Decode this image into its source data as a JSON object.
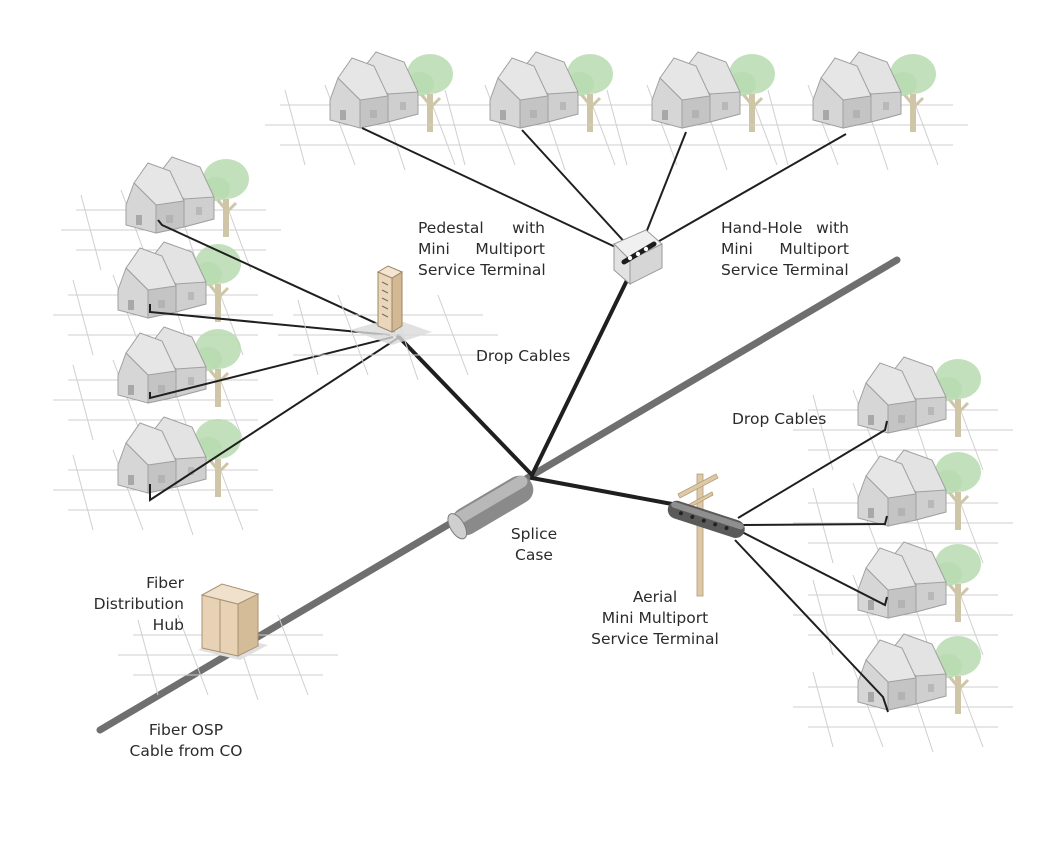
{
  "labels": {
    "pedestal": {
      "line1a": "Pedestal",
      "line1b": "with",
      "line2a": "Mini",
      "line2b": "Multiport",
      "line3": "Service Terminal"
    },
    "handhole": {
      "line1a": "Hand-Hole",
      "line1b": "with",
      "line2a": "Mini",
      "line2b": "Multiport",
      "line3": "Service Terminal"
    },
    "drop_cables_upper": "Drop Cables",
    "drop_cables_right": "Drop Cables",
    "splice_case": {
      "line1": "Splice",
      "line2": "Case"
    },
    "fdh": {
      "line1": "Fiber",
      "line2": "Distribution",
      "line3": "Hub"
    },
    "aerial": {
      "line1": "Aerial",
      "line2": "Mini Multiport",
      "line3": "Service Terminal"
    },
    "osp": {
      "line1": "Fiber OSP",
      "line2": "Cable from CO"
    }
  },
  "colors": {
    "trunk_cable": "#6f6f6f",
    "drop_cable": "#1f1f1f",
    "house_fill": "#d6d6d6",
    "tree_foliage": "#b9dbb0",
    "cabinet": "#e7d2b5",
    "pole": "#ddc9a8"
  }
}
